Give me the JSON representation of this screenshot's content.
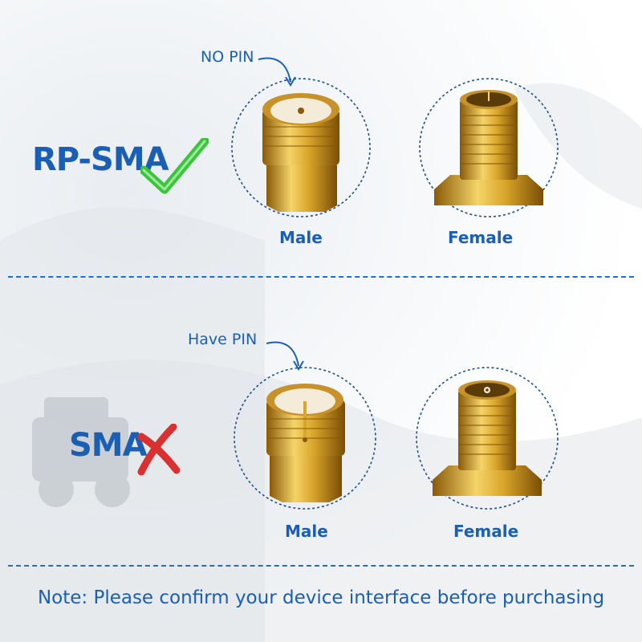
{
  "rpsma": {
    "title": "RP-SMA",
    "status_icon": "checkmark-icon",
    "annotation": "NO PIN",
    "male_label": "Male",
    "female_label": "Female"
  },
  "sma": {
    "title": "SMA",
    "status_icon": "cross-icon",
    "annotation": "Have PIN",
    "male_label": "Male",
    "female_label": "Female"
  },
  "note": "Note: Please confirm your device interface before purchasing",
  "colors": {
    "accent": "#1a5fb4",
    "check": "#3cc43c",
    "cross": "#d93030",
    "gold": "#d4a020"
  }
}
